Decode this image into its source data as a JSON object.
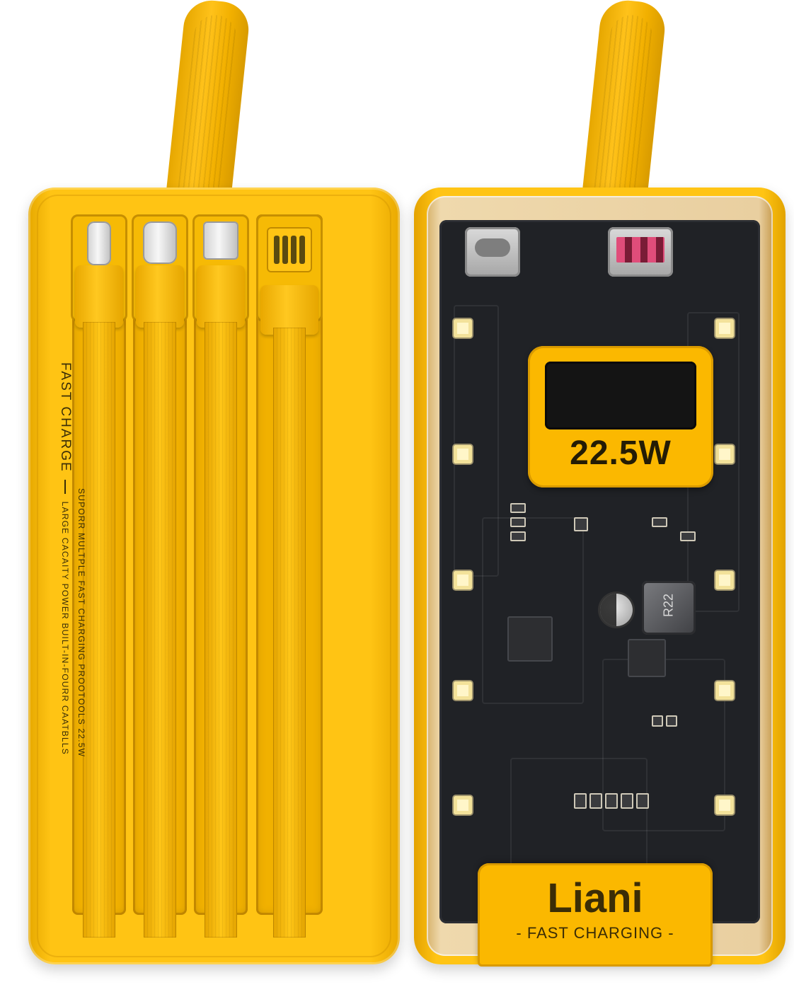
{
  "front": {
    "side_title": "FAST CHARGE",
    "side_line1": "LARGE CACAITY POWER  BUILT-IN-FOURR CAATBLLS",
    "side_line2": "SUPORR MULTPLE FAST CHARGING PROOTOOLS  22.5W",
    "cables": [
      {
        "type": "lightning-connector-icon"
      },
      {
        "type": "usb-c-connector-icon"
      },
      {
        "type": "micro-usb-connector-icon"
      },
      {
        "type": "usb-a-connector-icon"
      }
    ]
  },
  "back": {
    "display_wattage": "22.5W",
    "inductor_label": "R22",
    "brand_name": "Liani",
    "brand_tagline": "- FAST CHARGING -"
  },
  "colors": {
    "body": "#ffc414",
    "pcb": "#202226",
    "text": "#3b2d06"
  }
}
